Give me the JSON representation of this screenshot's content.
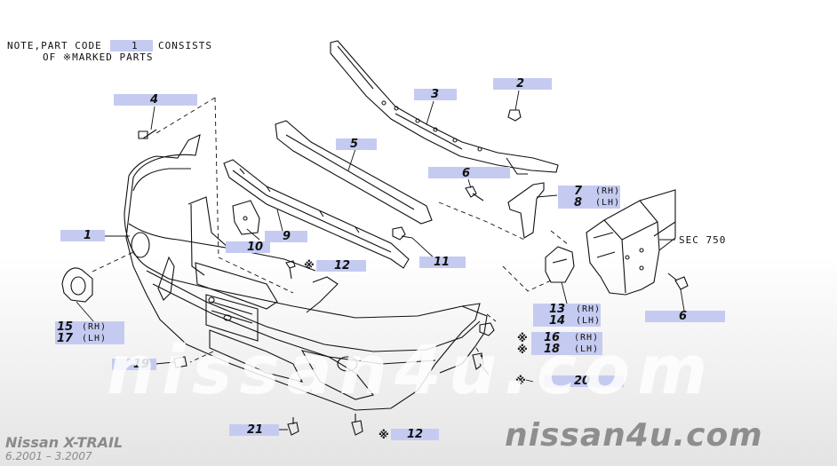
{
  "note": {
    "line1_prefix": "NOTE,PART CODE",
    "line1_code": "1",
    "line1_suffix": "CONSISTS",
    "line2": "OF ※MARKED PARTS"
  },
  "callouts": [
    {
      "id": "c1",
      "number": "1",
      "side": ""
    },
    {
      "id": "c2",
      "number": "2",
      "side": ""
    },
    {
      "id": "c3",
      "number": "3",
      "side": ""
    },
    {
      "id": "c4",
      "number": "4",
      "side": ""
    },
    {
      "id": "c5",
      "number": "5",
      "side": ""
    },
    {
      "id": "c6a",
      "number": "6",
      "side": ""
    },
    {
      "id": "c6b",
      "number": "6",
      "side": ""
    },
    {
      "id": "c7",
      "number": "7",
      "side": "(RH)"
    },
    {
      "id": "c8",
      "number": "8",
      "side": "(LH)"
    },
    {
      "id": "c9",
      "number": "9",
      "side": ""
    },
    {
      "id": "c10",
      "number": "10",
      "side": ""
    },
    {
      "id": "c11",
      "number": "11",
      "side": ""
    },
    {
      "id": "c12a",
      "number": "12",
      "side": ""
    },
    {
      "id": "c12b",
      "number": "12",
      "side": ""
    },
    {
      "id": "c13",
      "number": "13",
      "side": "(RH)"
    },
    {
      "id": "c14",
      "number": "14",
      "side": "(LH)"
    },
    {
      "id": "c15",
      "number": "15",
      "side": "(RH)"
    },
    {
      "id": "c16",
      "number": "16",
      "side": "(RH)"
    },
    {
      "id": "c17",
      "number": "17",
      "side": "(LH)"
    },
    {
      "id": "c18",
      "number": "18",
      "side": "(LH)"
    },
    {
      "id": "c19",
      "number": "19",
      "side": ""
    },
    {
      "id": "c20",
      "number": "20",
      "side": ""
    },
    {
      "id": "c21",
      "number": "21",
      "side": ""
    }
  ],
  "marked_symbol": "※",
  "section_ref": "SEC 750",
  "watermark_center": "nissan4u.com",
  "watermark_corner": "nissan4u.com",
  "vehicle": {
    "model": "Nissan  X-TRAIL",
    "years": "6.2001  –  3.2007"
  },
  "colors": {
    "highlight": "#c5cbf0",
    "line": "#111111",
    "watermark_corner": "#8e8e8e"
  }
}
